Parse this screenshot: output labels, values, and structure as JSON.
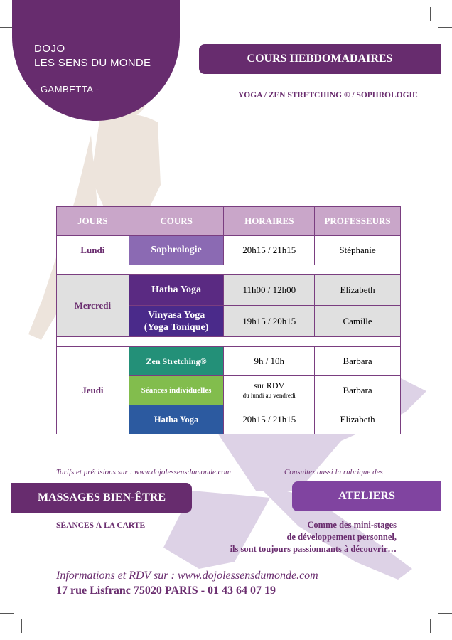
{
  "logo": {
    "line1": "DOJO",
    "line2": "LES SENS DU MONDE",
    "line3": "- GAMBETTA -"
  },
  "header": {
    "banner": "COURS HEBDOMADAIRES",
    "subtitle": "YOGA / ZEN STRETCHING ® / SOPHROLOGIE"
  },
  "table": {
    "headers": [
      "JOURS",
      "COURS",
      "HORAIRES",
      "PROFESSEURS"
    ],
    "lundi": {
      "day": "Lundi",
      "rows": [
        {
          "course": "Sophrologie",
          "time": "20h15 / 21h15",
          "teacher": "Stéphanie"
        }
      ]
    },
    "mercredi": {
      "day": "Mercredi",
      "rows": [
        {
          "course": "Hatha Yoga",
          "time": "11h00 / 12h00",
          "teacher": "Elizabeth"
        },
        {
          "course1": "Vinyasa Yoga",
          "course2": "(Yoga Tonique)",
          "time": "19h15 / 20h15",
          "teacher": "Camille"
        }
      ]
    },
    "jeudi": {
      "day": "Jeudi",
      "rows": [
        {
          "course": "Zen Stretching®",
          "time": "9h / 10h",
          "teacher": "Barbara"
        },
        {
          "course": "Séances individuelles",
          "time1": "sur RDV",
          "time2": "du lundi au vendredi",
          "teacher": "Barbara"
        },
        {
          "course": "Hatha Yoga",
          "time": "20h15 / 21h15",
          "teacher": "Elizabeth"
        }
      ]
    }
  },
  "tarifs": "Tarifs et précisions sur : www.dojolessensdumonde.com",
  "consultez": "Consultez aussi la rubrique des",
  "massages": {
    "banner": "MASSAGES BIEN-ÊTRE",
    "subtitle": "SÉANCES À LA CARTE"
  },
  "ateliers": {
    "banner": "ATELIERS",
    "line1": "Comme des mini-stages",
    "line2": "de développement personnel,",
    "line3": "ils sont toujours passionnants à découvrir…"
  },
  "footer": {
    "info": "Informations et RDV sur : www.dojolessensdumonde.com",
    "address": "17 rue Lisfranc 75020 PARIS - 01 43 64 07 19"
  },
  "colors": {
    "purple_dark": "#672c6e",
    "purple_header": "#c9a6c9",
    "sophrologie": "#8b6ab3",
    "hatha_purple": "#5a2a82",
    "vinyasa": "#4a2a8a",
    "zen": "#239078",
    "seances": "#82bd4d",
    "hatha_blue": "#2c5aa0",
    "grey_row": "#e0e0e0"
  }
}
